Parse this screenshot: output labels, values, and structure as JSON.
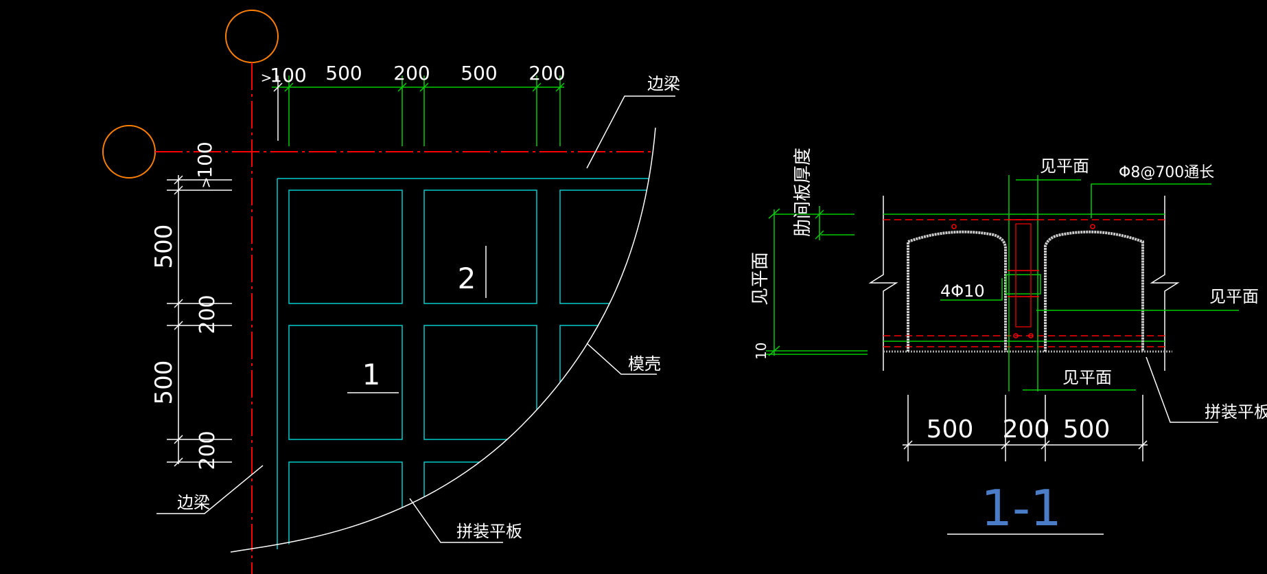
{
  "colors": {
    "background": "#000000",
    "axis": "#ff0000",
    "dimension": "#00cc00",
    "panel": "#00cccc",
    "text": "#ffffff",
    "bubble": "#ff8000",
    "title": "#4a7cc8"
  },
  "plan": {
    "top_dims": [
      "100",
      "500",
      "200",
      "500",
      "200"
    ],
    "left_dims": [
      "100",
      "500",
      "200",
      "500",
      "200"
    ],
    "dim_prefix": ">",
    "labels": {
      "edge_beam_top": "边梁",
      "edge_beam_left": "边梁",
      "shell": "模壳",
      "assembled_slab": "拼装平板",
      "section_mark_1": "1",
      "section_mark_2": "2"
    }
  },
  "section": {
    "title": "1-1",
    "labels": {
      "see_plan_top": "见平面",
      "rebar_through": "Φ8@700通长",
      "rib_slab_thickness": "肋间板厚度",
      "see_plan_left": "见平面",
      "bottom_dim": "10",
      "bars": "4Φ10",
      "see_plan_right": "见平面",
      "see_plan_bottom": "见平面",
      "assembled_slab": "拼装平板"
    },
    "bottom_dims": [
      "500",
      "200",
      "500"
    ]
  }
}
